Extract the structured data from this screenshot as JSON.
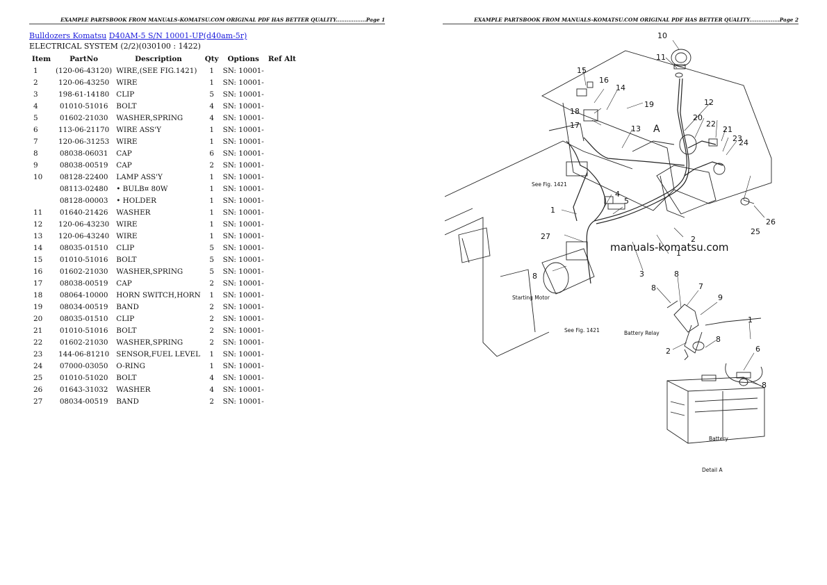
{
  "page1": {
    "header": "EXAMPLE PARTSBOOK FROM MANUALS-KOMATSU.COM ORIGINAL PDF HAS BETTER QUALITY.................Page 1"
  },
  "page2": {
    "header": "EXAMPLE PARTSBOOK FROM MANUALS-KOMATSU.COM ORIGINAL PDF HAS BETTER QUALITY.................Page 2"
  },
  "breadcrumb": {
    "link1": "Bulldozers Komatsu",
    "link2": "D40AM-5 S/N 10001-UP(d40am-5r)"
  },
  "section_title": "ELECTRICAL SYSTEM (2/2)(030100 : 1422)",
  "table": {
    "headers": [
      "Item",
      "PartNo",
      "Description",
      "Qty",
      "Options",
      "Ref Alt"
    ],
    "rows": [
      [
        "1",
        "(120-06-43120)",
        "WIRE,(SEE FIG.1421)",
        "1",
        "SN: 10001-",
        ""
      ],
      [
        "2",
        "120-06-43250",
        "WIRE",
        "1",
        "SN: 10001-",
        ""
      ],
      [
        "3",
        "198-61-14180",
        "CLIP",
        "5",
        "SN: 10001-",
        ""
      ],
      [
        "4",
        "01010-51016",
        "BOLT",
        "4",
        "SN: 10001-",
        ""
      ],
      [
        "5",
        "01602-21030",
        "WASHER,SPRING",
        "4",
        "SN: 10001-",
        ""
      ],
      [
        "6",
        "113-06-21170",
        "WIRE ASS'Y",
        "1",
        "SN: 10001-",
        ""
      ],
      [
        "7",
        "120-06-31253",
        "WIRE",
        "1",
        "SN: 10001-",
        ""
      ],
      [
        "8",
        "08038-06031",
        "CAP",
        "6",
        "SN: 10001-",
        ""
      ],
      [
        "9",
        "08038-00519",
        "CAP",
        "2",
        "SN: 10001-",
        ""
      ],
      [
        "10",
        "08128-22400",
        "LAMP ASS'Y",
        "1",
        "SN: 10001-",
        ""
      ],
      [
        "",
        "08113-02480",
        "• BULB¤ 80W",
        "1",
        "SN: 10001-",
        ""
      ],
      [
        "",
        "08128-00003",
        "• HOLDER",
        "1",
        "SN: 10001-",
        ""
      ],
      [
        "11",
        "01640-21426",
        "WASHER",
        "1",
        "SN: 10001-",
        ""
      ],
      [
        "12",
        "120-06-43230",
        "WIRE",
        "1",
        "SN: 10001-",
        ""
      ],
      [
        "13",
        "120-06-43240",
        "WIRE",
        "1",
        "SN: 10001-",
        ""
      ],
      [
        "14",
        "08035-01510",
        "CLIP",
        "5",
        "SN: 10001-",
        ""
      ],
      [
        "15",
        "01010-51016",
        "BOLT",
        "5",
        "SN: 10001-",
        ""
      ],
      [
        "16",
        "01602-21030",
        "WASHER,SPRING",
        "5",
        "SN: 10001-",
        ""
      ],
      [
        "17",
        "08038-00519",
        "CAP",
        "2",
        "SN: 10001-",
        ""
      ],
      [
        "18",
        "08064-10000",
        "HORN SWITCH,HORN",
        "1",
        "SN: 10001-",
        ""
      ],
      [
        "19",
        "08034-00519",
        "BAND",
        "2",
        "SN: 10001-",
        ""
      ],
      [
        "20",
        "08035-01510",
        "CLIP",
        "2",
        "SN: 10001-",
        ""
      ],
      [
        "21",
        "01010-51016",
        "BOLT",
        "2",
        "SN: 10001-",
        ""
      ],
      [
        "22",
        "01602-21030",
        "WASHER,SPRING",
        "2",
        "SN: 10001-",
        ""
      ],
      [
        "23",
        "144-06-81210",
        "SENSOR,FUEL LEVEL",
        "1",
        "SN: 10001-",
        ""
      ],
      [
        "24",
        "07000-03050",
        "O-RING",
        "1",
        "SN: 10001-",
        ""
      ],
      [
        "25",
        "01010-51020",
        "BOLT",
        "4",
        "SN: 10001-",
        ""
      ],
      [
        "26",
        "01643-31032",
        "WASHER",
        "4",
        "SN: 10001-",
        ""
      ],
      [
        "27",
        "08034-00519",
        "BAND",
        "2",
        "SN: 10001-",
        ""
      ]
    ]
  },
  "diagram": {
    "watermark": "manuals-komatsu.com",
    "callouts": [
      "1",
      "2",
      "3",
      "4",
      "5",
      "6",
      "7",
      "8",
      "9",
      "10",
      "11",
      "12",
      "13",
      "14",
      "15",
      "16",
      "17",
      "18",
      "19",
      "20",
      "21",
      "22",
      "23",
      "24",
      "25",
      "26",
      "27"
    ],
    "labels": {
      "see_fig_1": "See Fig. 1421",
      "see_fig_2": "See Fig. 1421",
      "starting_motor": "Starting Motor",
      "battery_relay": "Battery Relay",
      "battery": "Battery",
      "detail": "Detail A",
      "view_a": "A"
    }
  }
}
